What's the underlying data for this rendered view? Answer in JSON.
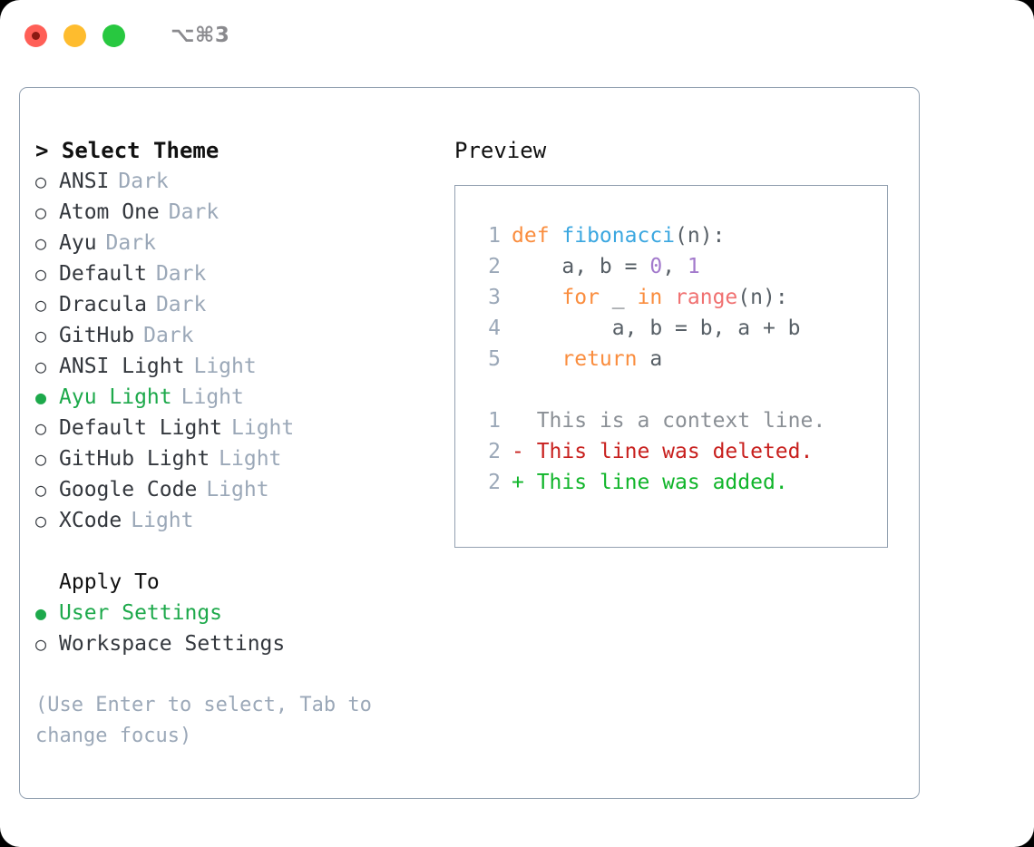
{
  "titlebar": {
    "shortcut": "⌥⌘3",
    "lights": [
      "close",
      "minimize",
      "zoom"
    ]
  },
  "theme_picker": {
    "header": "> Select Theme",
    "items": [
      {
        "bullet": "○",
        "label": "ANSI",
        "tag": "Dark",
        "selected": false
      },
      {
        "bullet": "○",
        "label": "Atom One",
        "tag": "Dark",
        "selected": false
      },
      {
        "bullet": "○",
        "label": "Ayu",
        "tag": "Dark",
        "selected": false
      },
      {
        "bullet": "○",
        "label": "Default",
        "tag": "Dark",
        "selected": false
      },
      {
        "bullet": "○",
        "label": "Dracula",
        "tag": "Dark",
        "selected": false
      },
      {
        "bullet": "○",
        "label": "GitHub",
        "tag": "Dark",
        "selected": false
      },
      {
        "bullet": "○",
        "label": "ANSI Light",
        "tag": "Light",
        "selected": false
      },
      {
        "bullet": "●",
        "label": "Ayu Light",
        "tag": "Light",
        "selected": true
      },
      {
        "bullet": "○",
        "label": "Default Light",
        "tag": "Light",
        "selected": false
      },
      {
        "bullet": "○",
        "label": "GitHub Light",
        "tag": "Light",
        "selected": false
      },
      {
        "bullet": "○",
        "label": "Google Code",
        "tag": "Light",
        "selected": false
      },
      {
        "bullet": "○",
        "label": "XCode",
        "tag": "Light",
        "selected": false
      }
    ]
  },
  "apply_to": {
    "header": "Apply To",
    "items": [
      {
        "bullet": "●",
        "label": "User Settings",
        "selected": true
      },
      {
        "bullet": "○",
        "label": "Workspace Settings",
        "selected": false
      }
    ]
  },
  "hint": "(Use Enter to select, Tab to change focus)",
  "preview": {
    "label": "Preview",
    "code_lines": [
      {
        "num": "1",
        "tokens": [
          {
            "text": "def ",
            "type": "kw"
          },
          {
            "text": "fibonacci",
            "type": "fn"
          },
          {
            "text": "(n):",
            "type": "plain"
          }
        ]
      },
      {
        "num": "2",
        "tokens": [
          {
            "text": "    a, b = ",
            "type": "plain"
          },
          {
            "text": "0",
            "type": "num"
          },
          {
            "text": ", ",
            "type": "plain"
          },
          {
            "text": "1",
            "type": "num"
          }
        ]
      },
      {
        "num": "3",
        "tokens": [
          {
            "text": "    ",
            "type": "plain"
          },
          {
            "text": "for",
            "type": "kw"
          },
          {
            "text": " _ ",
            "type": "plain"
          },
          {
            "text": "in",
            "type": "kw"
          },
          {
            "text": " ",
            "type": "plain"
          },
          {
            "text": "range",
            "type": "builtin"
          },
          {
            "text": "(n):",
            "type": "plain"
          }
        ]
      },
      {
        "num": "4",
        "tokens": [
          {
            "text": "        a, b = b, a + b",
            "type": "plain"
          }
        ]
      },
      {
        "num": "5",
        "tokens": [
          {
            "text": "    ",
            "type": "plain"
          },
          {
            "text": "return",
            "type": "kw"
          },
          {
            "text": " a",
            "type": "plain"
          }
        ]
      }
    ],
    "diff_lines": [
      {
        "num": "1",
        "marker": "  ",
        "text": "This is a context line.",
        "type": "ctx"
      },
      {
        "num": "2",
        "marker": "- ",
        "text": "This line was deleted.",
        "type": "del"
      },
      {
        "num": "2",
        "marker": "+ ",
        "text": "This line was added.",
        "type": "add"
      }
    ]
  },
  "colors": {
    "accent_green": "#1DA94B",
    "muted_blue_gray": "#9BA8B8",
    "border": "#93A1B1",
    "keyword_orange": "#FA8D3E",
    "function_blue": "#3BA7E0",
    "number_purple": "#A37ACC",
    "builtin_red": "#F07171",
    "diff_delete": "#C8201E",
    "diff_add": "#10B52A",
    "light_red": "#FF5F57",
    "light_amber": "#FEBC2E",
    "light_green": "#28C840"
  }
}
